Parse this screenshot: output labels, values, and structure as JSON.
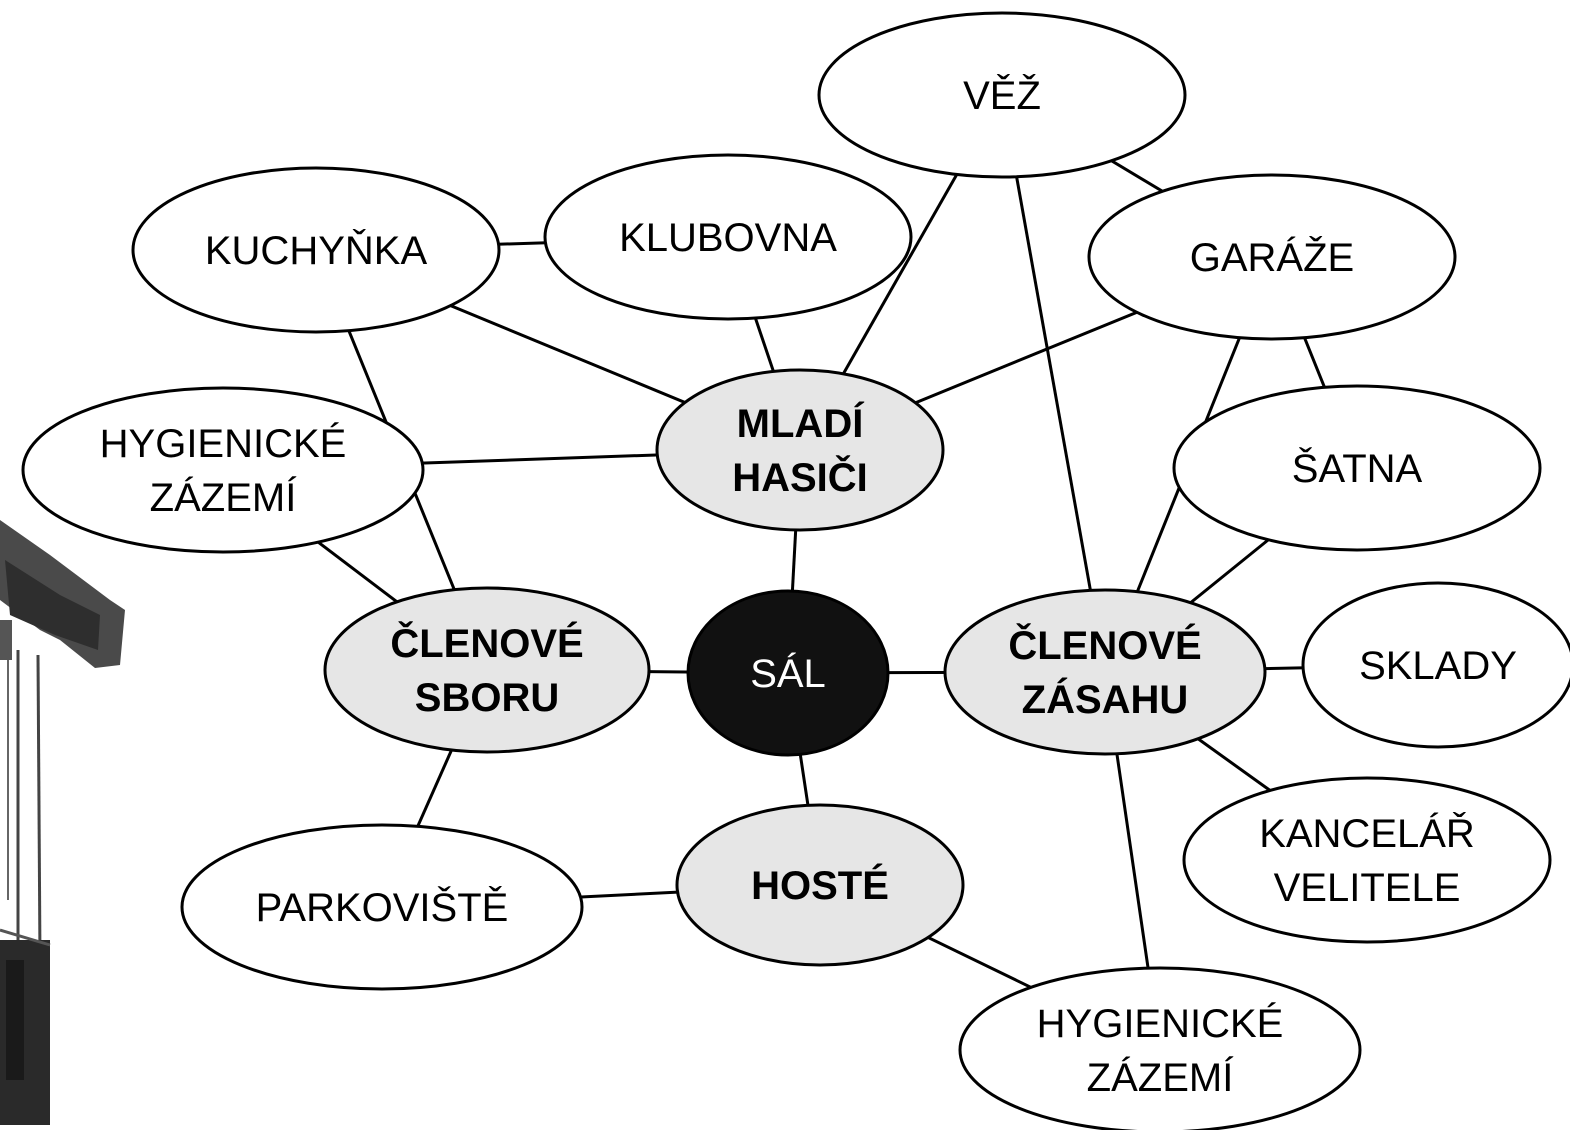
{
  "diagram": {
    "colors": {
      "outline": "#000000",
      "room_fill": "#ffffff",
      "group_fill": "#e6e6e6",
      "center_fill": "#111111",
      "center_text": "#ffffff"
    },
    "nodes": {
      "sal": {
        "lines": [
          "SÁL"
        ],
        "kind": "center"
      },
      "mladi_hasici": {
        "lines": [
          "MLADÍ",
          "HASIČI"
        ],
        "kind": "group"
      },
      "clenove_sboru": {
        "lines": [
          "ČLENOVÉ",
          "SBORU"
        ],
        "kind": "group"
      },
      "clenove_zasahu": {
        "lines": [
          "ČLENOVÉ",
          "ZÁSAHU"
        ],
        "kind": "group"
      },
      "hoste": {
        "lines": [
          "HOSTÉ"
        ],
        "kind": "group"
      },
      "vez": {
        "lines": [
          "VĚŽ"
        ],
        "kind": "room"
      },
      "kuchynka": {
        "lines": [
          "KUCHYŇKA"
        ],
        "kind": "room"
      },
      "klubovna": {
        "lines": [
          "KLUBOVNA"
        ],
        "kind": "room"
      },
      "garaze": {
        "lines": [
          "GARÁŽE"
        ],
        "kind": "room"
      },
      "hygienicke_left": {
        "lines": [
          "HYGIENICKÉ",
          "ZÁZEMÍ"
        ],
        "kind": "room"
      },
      "satna": {
        "lines": [
          "ŠATNA"
        ],
        "kind": "room"
      },
      "sklady": {
        "lines": [
          "SKLADY"
        ],
        "kind": "room"
      },
      "kancelar": {
        "lines": [
          "KANCELÁŘ",
          "VELITELE"
        ],
        "kind": "room"
      },
      "parkoviste": {
        "lines": [
          "PARKOVIŠTĚ"
        ],
        "kind": "room"
      },
      "hygienicke_bottom": {
        "lines": [
          "HYGIENICKÉ",
          "ZÁZEMÍ"
        ],
        "kind": "room"
      }
    },
    "edges": [
      [
        "sal",
        "mladi_hasici"
      ],
      [
        "sal",
        "clenove_sboru"
      ],
      [
        "sal",
        "clenove_zasahu"
      ],
      [
        "sal",
        "hoste"
      ],
      [
        "kuchynka",
        "klubovna"
      ],
      [
        "kuchynka",
        "mladi_hasici"
      ],
      [
        "kuchynka",
        "clenove_sboru"
      ],
      [
        "klubovna",
        "mladi_hasici"
      ],
      [
        "vez",
        "mladi_hasici"
      ],
      [
        "vez",
        "clenove_zasahu"
      ],
      [
        "vez",
        "garaze"
      ],
      [
        "garaze",
        "mladi_hasici"
      ],
      [
        "garaze",
        "clenove_zasahu"
      ],
      [
        "garaze",
        "satna"
      ],
      [
        "hygienicke_left",
        "mladi_hasici"
      ],
      [
        "hygienicke_left",
        "clenove_sboru"
      ],
      [
        "satna",
        "clenove_zasahu"
      ],
      [
        "sklady",
        "clenove_zasahu"
      ],
      [
        "kancelar",
        "clenove_zasahu"
      ],
      [
        "clenove_sboru",
        "parkoviste"
      ],
      [
        "parkoviste",
        "hoste"
      ],
      [
        "hoste",
        "hygienicke_bottom"
      ],
      [
        "clenove_zasahu",
        "hygienicke_bottom"
      ]
    ]
  }
}
